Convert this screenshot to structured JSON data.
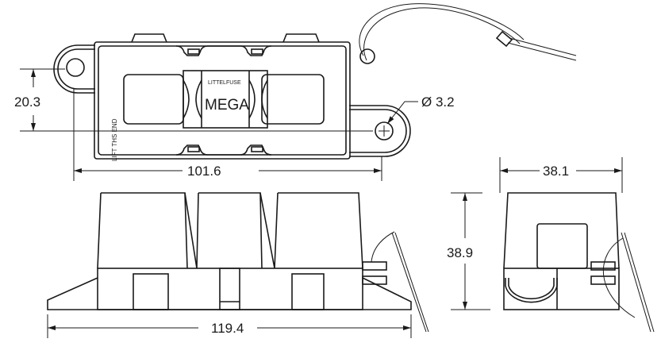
{
  "top_view": {
    "brand": "LITTELFUSE",
    "label": "MEGA",
    "side_note": "LIFT THS END",
    "dim_height": "20.3",
    "dim_length": "101.6",
    "dim_hole": "Ø 3.2"
  },
  "side_view": {
    "dim_length": "119.4"
  },
  "end_view": {
    "dim_width": "38.1",
    "dim_height": "38.9"
  }
}
